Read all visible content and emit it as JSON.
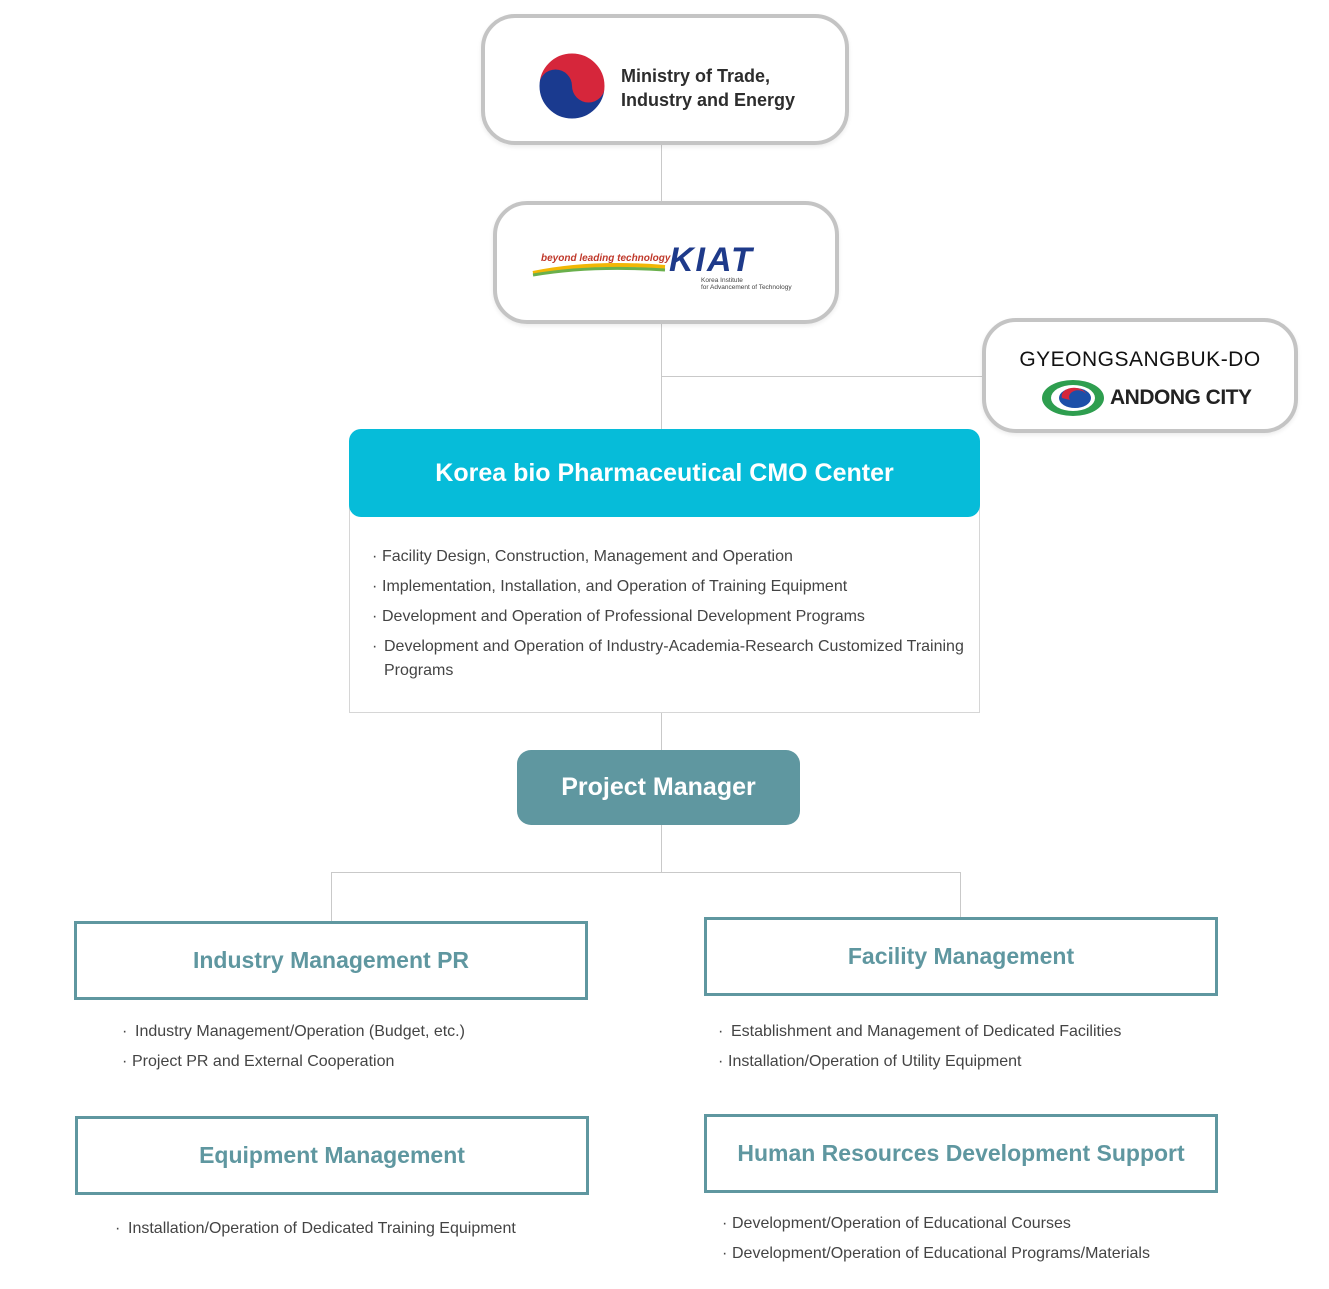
{
  "ministry": {
    "line1": "Ministry of Trade,",
    "line2": "Industry and Energy",
    "emblem": "taegeuk-emblem-icon"
  },
  "kiat": {
    "tagline": "beyond leading technology",
    "wordmark": "KIAT",
    "sub1": "Korea Institute",
    "sub2": "for Advancement of Technology"
  },
  "regional": {
    "province": "GYEONGSANGBUK-DO",
    "city": "ANDONG CITY",
    "emblem": "andong-emblem-icon"
  },
  "center": {
    "title": "Korea bio Pharmaceutical CMO Center",
    "items": [
      "Facility Design, Construction, Management and Operation",
      "Implementation, Installation, and Operation of Training Equipment",
      "Development and Operation of Professional Development Programs",
      "Development and Operation of Industry-Academia-Research Customized Training Programs"
    ]
  },
  "project_manager": {
    "title": "Project Manager"
  },
  "departments": {
    "industry": {
      "title": "Industry Management PR",
      "items": [
        "Industry Management/Operation (Budget, etc.)",
        "Project PR and External Cooperation"
      ]
    },
    "facility": {
      "title": "Facility Management",
      "items": [
        "Establishment and Management of Dedicated Facilities",
        "Installation/Operation of Utility Equipment"
      ]
    },
    "equipment": {
      "title": "Equipment Management",
      "items": [
        "Installation/Operation of Dedicated Training Equipment"
      ]
    },
    "hr": {
      "title": "Human Resources Development Support",
      "items": [
        "Development/Operation of Educational Courses",
        "Development/Operation of Educational Programs/Materials"
      ]
    }
  },
  "colors": {
    "center_header": "#06bcd9",
    "project_manager": "#5f97a0",
    "dept_border": "#5f97a0",
    "connector": "#c9c9c9"
  }
}
